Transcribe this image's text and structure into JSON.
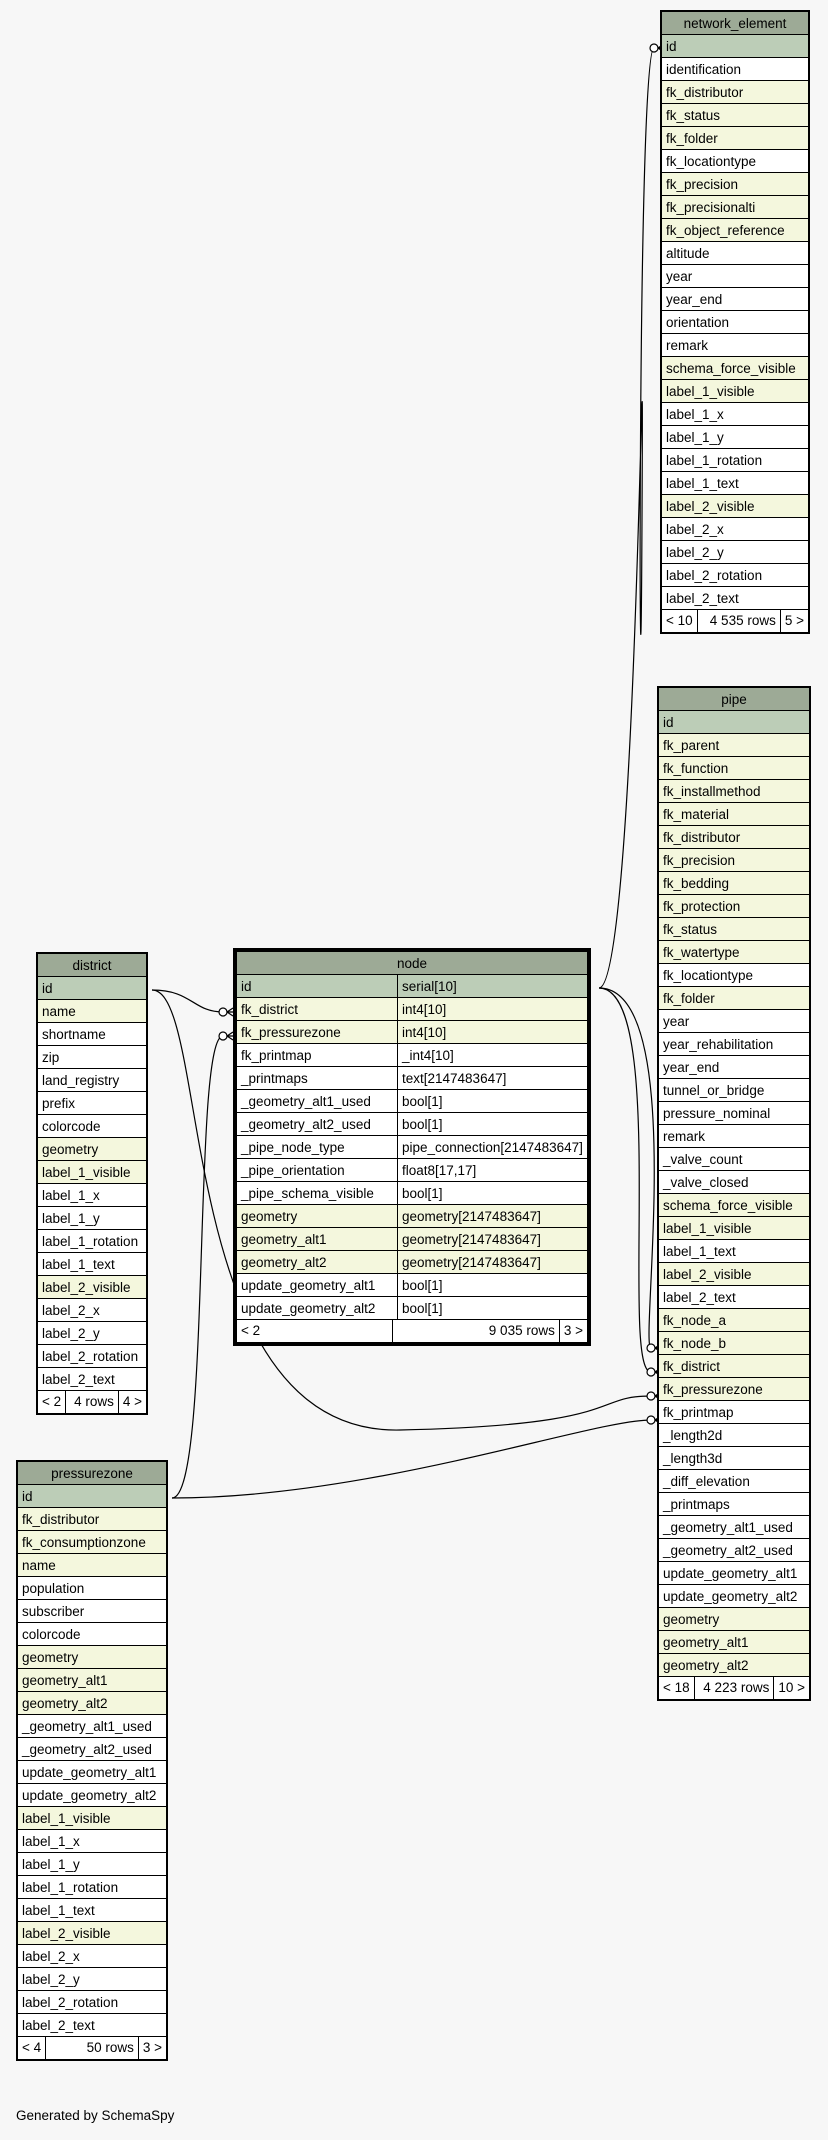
{
  "footer": "Generated by SchemaSpy",
  "tables": {
    "network_element": {
      "name": "network_element",
      "rows": [
        {
          "name": "id",
          "kind": "pk"
        },
        {
          "name": "identification",
          "kind": "col"
        },
        {
          "name": "fk_distributor",
          "kind": "fk"
        },
        {
          "name": "fk_status",
          "kind": "fk"
        },
        {
          "name": "fk_folder",
          "kind": "fk"
        },
        {
          "name": "fk_locationtype",
          "kind": "col"
        },
        {
          "name": "fk_precision",
          "kind": "fk"
        },
        {
          "name": "fk_precisionalti",
          "kind": "fk"
        },
        {
          "name": "fk_object_reference",
          "kind": "fk"
        },
        {
          "name": "altitude",
          "kind": "col"
        },
        {
          "name": "year",
          "kind": "col"
        },
        {
          "name": "year_end",
          "kind": "col"
        },
        {
          "name": "orientation",
          "kind": "col"
        },
        {
          "name": "remark",
          "kind": "col"
        },
        {
          "name": "schema_force_visible",
          "kind": "fk"
        },
        {
          "name": "label_1_visible",
          "kind": "fk"
        },
        {
          "name": "label_1_x",
          "kind": "col"
        },
        {
          "name": "label_1_y",
          "kind": "col"
        },
        {
          "name": "label_1_rotation",
          "kind": "col"
        },
        {
          "name": "label_1_text",
          "kind": "col"
        },
        {
          "name": "label_2_visible",
          "kind": "fk"
        },
        {
          "name": "label_2_x",
          "kind": "col"
        },
        {
          "name": "label_2_y",
          "kind": "col"
        },
        {
          "name": "label_2_rotation",
          "kind": "col"
        },
        {
          "name": "label_2_text",
          "kind": "col"
        }
      ],
      "footer": {
        "prev": "< 10",
        "rows": "4 535 rows",
        "next": "5 >"
      }
    },
    "pipe": {
      "name": "pipe",
      "rows": [
        {
          "name": "id",
          "kind": "pk"
        },
        {
          "name": "fk_parent",
          "kind": "fk"
        },
        {
          "name": "fk_function",
          "kind": "fk"
        },
        {
          "name": "fk_installmethod",
          "kind": "fk"
        },
        {
          "name": "fk_material",
          "kind": "fk"
        },
        {
          "name": "fk_distributor",
          "kind": "fk"
        },
        {
          "name": "fk_precision",
          "kind": "fk"
        },
        {
          "name": "fk_bedding",
          "kind": "fk"
        },
        {
          "name": "fk_protection",
          "kind": "fk"
        },
        {
          "name": "fk_status",
          "kind": "fk"
        },
        {
          "name": "fk_watertype",
          "kind": "fk"
        },
        {
          "name": "fk_locationtype",
          "kind": "col"
        },
        {
          "name": "fk_folder",
          "kind": "fk"
        },
        {
          "name": "year",
          "kind": "col"
        },
        {
          "name": "year_rehabilitation",
          "kind": "col"
        },
        {
          "name": "year_end",
          "kind": "col"
        },
        {
          "name": "tunnel_or_bridge",
          "kind": "col"
        },
        {
          "name": "pressure_nominal",
          "kind": "col"
        },
        {
          "name": "remark",
          "kind": "col"
        },
        {
          "name": "_valve_count",
          "kind": "col"
        },
        {
          "name": "_valve_closed",
          "kind": "col"
        },
        {
          "name": "schema_force_visible",
          "kind": "fk"
        },
        {
          "name": "label_1_visible",
          "kind": "fk"
        },
        {
          "name": "label_1_text",
          "kind": "col"
        },
        {
          "name": "label_2_visible",
          "kind": "fk"
        },
        {
          "name": "label_2_text",
          "kind": "col"
        },
        {
          "name": "fk_node_a",
          "kind": "fk"
        },
        {
          "name": "fk_node_b",
          "kind": "fk"
        },
        {
          "name": "fk_district",
          "kind": "fk"
        },
        {
          "name": "fk_pressurezone",
          "kind": "fk"
        },
        {
          "name": "fk_printmap",
          "kind": "col"
        },
        {
          "name": "_length2d",
          "kind": "col"
        },
        {
          "name": "_length3d",
          "kind": "col"
        },
        {
          "name": "_diff_elevation",
          "kind": "col"
        },
        {
          "name": "_printmaps",
          "kind": "col"
        },
        {
          "name": "_geometry_alt1_used",
          "kind": "col"
        },
        {
          "name": "_geometry_alt2_used",
          "kind": "col"
        },
        {
          "name": "update_geometry_alt1",
          "kind": "col"
        },
        {
          "name": "update_geometry_alt2",
          "kind": "col"
        },
        {
          "name": "geometry",
          "kind": "fk"
        },
        {
          "name": "geometry_alt1",
          "kind": "fk"
        },
        {
          "name": "geometry_alt2",
          "kind": "fk"
        }
      ],
      "footer": {
        "prev": "< 18",
        "rows": "4 223 rows",
        "next": "10 >"
      }
    },
    "district": {
      "name": "district",
      "rows": [
        {
          "name": "id",
          "kind": "pk"
        },
        {
          "name": "name",
          "kind": "fk"
        },
        {
          "name": "shortname",
          "kind": "col"
        },
        {
          "name": "zip",
          "kind": "col"
        },
        {
          "name": "land_registry",
          "kind": "col"
        },
        {
          "name": "prefix",
          "kind": "col"
        },
        {
          "name": "colorcode",
          "kind": "col"
        },
        {
          "name": "geometry",
          "kind": "fk"
        },
        {
          "name": "label_1_visible",
          "kind": "fk"
        },
        {
          "name": "label_1_x",
          "kind": "col"
        },
        {
          "name": "label_1_y",
          "kind": "col"
        },
        {
          "name": "label_1_rotation",
          "kind": "col"
        },
        {
          "name": "label_1_text",
          "kind": "col"
        },
        {
          "name": "label_2_visible",
          "kind": "fk"
        },
        {
          "name": "label_2_x",
          "kind": "col"
        },
        {
          "name": "label_2_y",
          "kind": "col"
        },
        {
          "name": "label_2_rotation",
          "kind": "col"
        },
        {
          "name": "label_2_text",
          "kind": "col"
        }
      ],
      "footer": {
        "prev": "< 2",
        "rows": "4 rows",
        "next": "4 >"
      }
    },
    "node": {
      "name": "node",
      "rows": [
        {
          "name": "id",
          "type": "serial[10]",
          "kind": "pk"
        },
        {
          "name": "fk_district",
          "type": "int4[10]",
          "kind": "fk"
        },
        {
          "name": "fk_pressurezone",
          "type": "int4[10]",
          "kind": "fk"
        },
        {
          "name": "fk_printmap",
          "type": "_int4[10]",
          "kind": "col"
        },
        {
          "name": "_printmaps",
          "type": "text[2147483647]",
          "kind": "col"
        },
        {
          "name": "_geometry_alt1_used",
          "type": "bool[1]",
          "kind": "col"
        },
        {
          "name": "_geometry_alt2_used",
          "type": "bool[1]",
          "kind": "col"
        },
        {
          "name": "_pipe_node_type",
          "type": "pipe_connection[2147483647]",
          "kind": "col"
        },
        {
          "name": "_pipe_orientation",
          "type": "float8[17,17]",
          "kind": "col"
        },
        {
          "name": "_pipe_schema_visible",
          "type": "bool[1]",
          "kind": "col"
        },
        {
          "name": "geometry",
          "type": "geometry[2147483647]",
          "kind": "fk"
        },
        {
          "name": "geometry_alt1",
          "type": "geometry[2147483647]",
          "kind": "fk"
        },
        {
          "name": "geometry_alt2",
          "type": "geometry[2147483647]",
          "kind": "fk"
        },
        {
          "name": "update_geometry_alt1",
          "type": "bool[1]",
          "kind": "col"
        },
        {
          "name": "update_geometry_alt2",
          "type": "bool[1]",
          "kind": "col"
        }
      ],
      "footer": {
        "prev": "< 2",
        "rows": "9 035 rows",
        "next": "3 >"
      }
    },
    "pressurezone": {
      "name": "pressurezone",
      "rows": [
        {
          "name": "id",
          "kind": "pk"
        },
        {
          "name": "fk_distributor",
          "kind": "fk"
        },
        {
          "name": "fk_consumptionzone",
          "kind": "fk"
        },
        {
          "name": "name",
          "kind": "fk"
        },
        {
          "name": "population",
          "kind": "col"
        },
        {
          "name": "subscriber",
          "kind": "col"
        },
        {
          "name": "colorcode",
          "kind": "col"
        },
        {
          "name": "geometry",
          "kind": "fk"
        },
        {
          "name": "geometry_alt1",
          "kind": "fk"
        },
        {
          "name": "geometry_alt2",
          "kind": "fk"
        },
        {
          "name": "_geometry_alt1_used",
          "kind": "col"
        },
        {
          "name": "_geometry_alt2_used",
          "kind": "col"
        },
        {
          "name": "update_geometry_alt1",
          "kind": "col"
        },
        {
          "name": "update_geometry_alt2",
          "kind": "col"
        },
        {
          "name": "label_1_visible",
          "kind": "fk"
        },
        {
          "name": "label_1_x",
          "kind": "col"
        },
        {
          "name": "label_1_y",
          "kind": "col"
        },
        {
          "name": "label_1_rotation",
          "kind": "col"
        },
        {
          "name": "label_1_text",
          "kind": "col"
        },
        {
          "name": "label_2_visible",
          "kind": "fk"
        },
        {
          "name": "label_2_x",
          "kind": "col"
        },
        {
          "name": "label_2_y",
          "kind": "col"
        },
        {
          "name": "label_2_rotation",
          "kind": "col"
        },
        {
          "name": "label_2_text",
          "kind": "col"
        }
      ],
      "footer": {
        "prev": "< 4",
        "rows": "50 rows",
        "next": "3 >"
      }
    }
  },
  "colors": {
    "background": "#f7f7f7",
    "title": "#9daa96",
    "primary_key": "#bccdb7",
    "foreign_key": "#f4f7dd",
    "column": "#ffffff"
  }
}
